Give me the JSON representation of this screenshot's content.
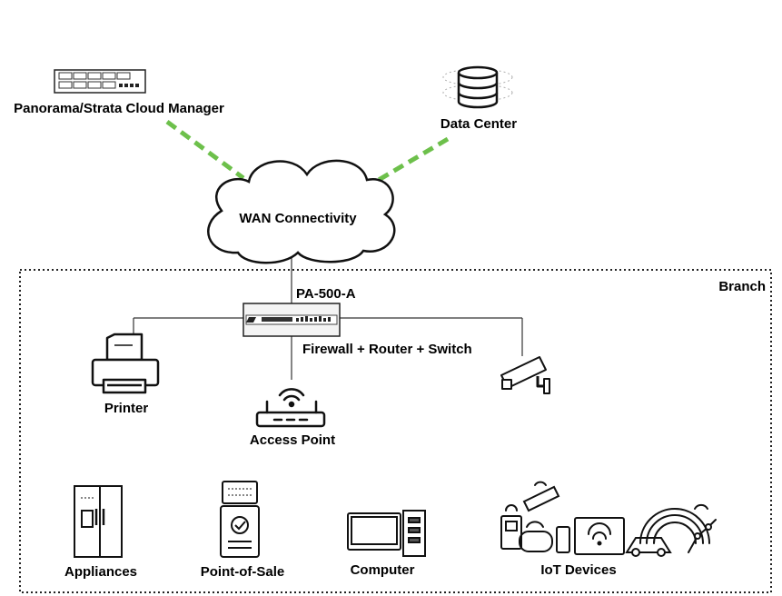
{
  "nodes": {
    "panorama": "Panorama/Strata Cloud Manager",
    "data_center": "Data Center",
    "wan": "WAN Connectivity",
    "firewall_name": "PA-500-A",
    "firewall_role": "Firewall + Router + Switch",
    "printer": "Printer",
    "access_point": "Access Point",
    "appliances": "Appliances",
    "pos": "Point-of-Sale",
    "computer": "Computer",
    "iot": "IoT Devices"
  },
  "zone": {
    "branch": "Branch"
  },
  "colors": {
    "wan_link": "#6dc04b",
    "line": "#333333"
  }
}
